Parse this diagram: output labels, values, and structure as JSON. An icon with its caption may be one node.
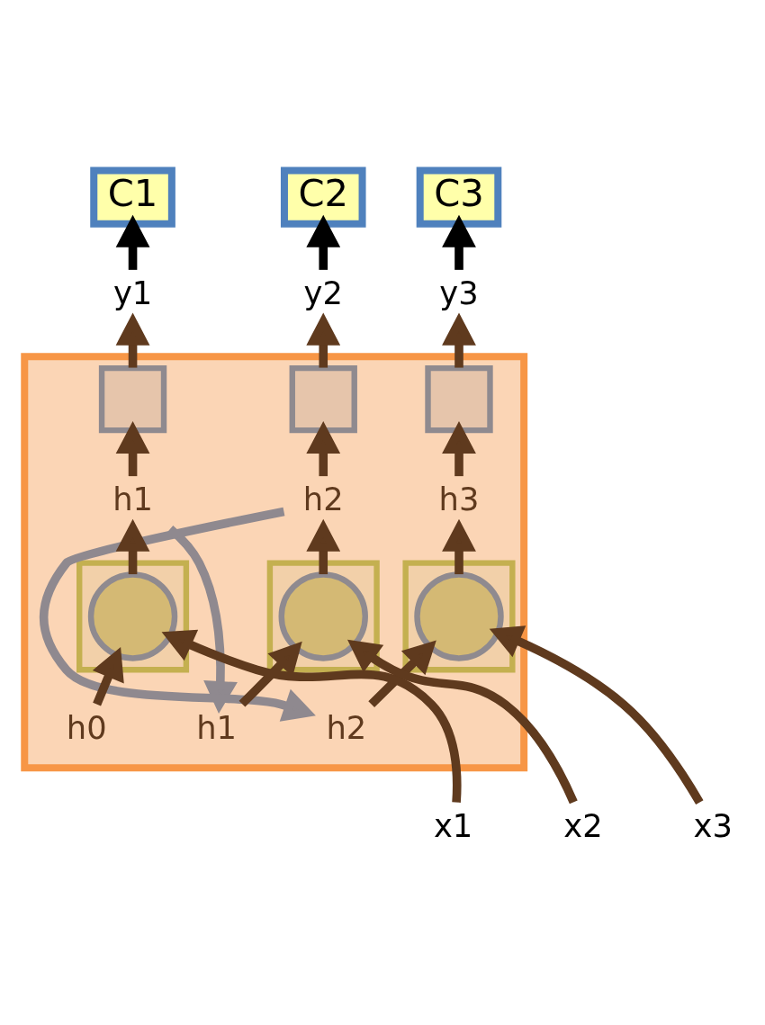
{
  "diagram": {
    "nodes": [
      {
        "text": [
          "C1"
        ]
      },
      {
        "text": [
          "C2"
        ]
      },
      {
        "text": [
          "C3"
        ]
      },
      {
        "text": [
          "y1"
        ]
      },
      {
        "text": [
          "y2"
        ]
      },
      {
        "text": [
          "y3"
        ]
      },
      {
        "text": [],
        "shape": "box"
      },
      {
        "text": [],
        "shape": "box",
        "in": 6
      },
      {
        "text": [],
        "shape": "box",
        "in": 6
      },
      {
        "text": [],
        "shape": "box",
        "in": 6
      },
      {
        "text": [
          "h1"
        ],
        "in": 6
      },
      {
        "text": [
          "h2"
        ],
        "in": 6
      },
      {
        "text": [
          "h3"
        ],
        "in": 6
      },
      {
        "text": [],
        "shape": "box",
        "in": 6
      },
      {
        "text": [],
        "shape": "box",
        "in": 6
      },
      {
        "text": [],
        "shape": "box",
        "in": 6
      },
      {
        "text": [],
        "shape": "circle",
        "in": 13
      },
      {
        "text": [],
        "shape": "circle",
        "in": 14
      },
      {
        "text": [],
        "shape": "circle",
        "in": 15
      },
      {
        "text": [
          "h0"
        ],
        "in": 6
      },
      {
        "text": [
          "h1"
        ],
        "in": 6
      },
      {
        "text": [
          "h2"
        ],
        "in": 6
      },
      {
        "text": [
          "x1"
        ]
      },
      {
        "text": [
          "x2"
        ]
      },
      {
        "text": [
          "x3"
        ]
      }
    ],
    "edges": [
      {
        "from": 22,
        "to": 16,
        "arrow": "to"
      },
      {
        "from": 19,
        "to": 16,
        "arrow": "to"
      },
      {
        "from": 16,
        "to": 10,
        "arrow": "to"
      },
      {
        "from": 10,
        "to": 7,
        "arrow": "to"
      },
      {
        "from": 7,
        "to": 3,
        "arrow": "to"
      },
      {
        "from": 3,
        "to": 0,
        "arrow": "to",
        "color": "#000000"
      },
      {
        "from": 23,
        "to": 17,
        "arrow": "to"
      },
      {
        "from": 20,
        "to": 17,
        "arrow": "to"
      },
      {
        "from": 17,
        "to": 11,
        "arrow": "to"
      },
      {
        "from": 11,
        "to": 8,
        "arrow": "to"
      },
      {
        "from": 8,
        "to": 4,
        "arrow": "to"
      },
      {
        "from": 4,
        "to": 1,
        "arrow": "to",
        "color": "#000000"
      },
      {
        "from": 24,
        "to": 18,
        "arrow": "to"
      },
      {
        "from": 21,
        "to": 18,
        "arrow": "to"
      },
      {
        "from": 18,
        "to": 12,
        "arrow": "to"
      },
      {
        "from": 12,
        "to": 9,
        "arrow": "to"
      },
      {
        "from": 9,
        "to": 5,
        "arrow": "to"
      },
      {
        "from": 5,
        "to": 2,
        "arrow": "to",
        "color": "#000000"
      },
      {
        "from": 10,
        "to": 20,
        "arrow": "to",
        "color": "#8f898f"
      },
      {
        "from": 11,
        "to": 21,
        "arrow": "to",
        "color": "#8f898f"
      }
    ]
  }
}
